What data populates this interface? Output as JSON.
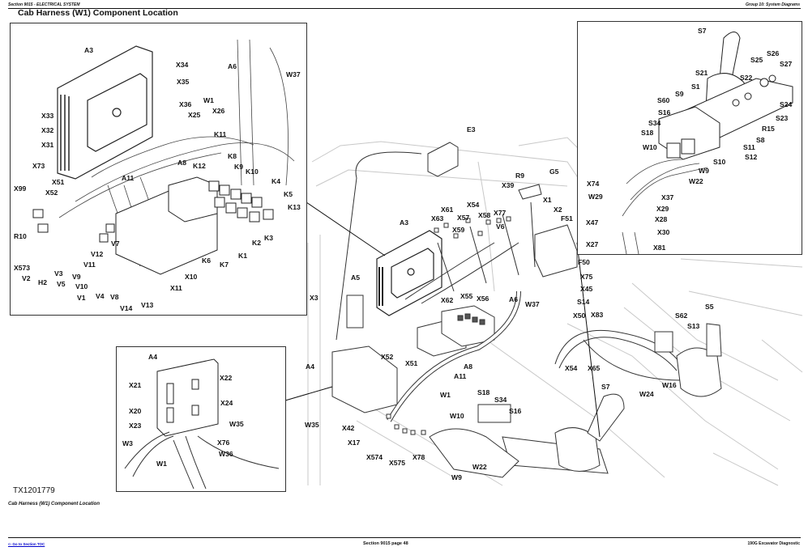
{
  "header": {
    "section": "Section 9015 - ELECTRICAL SYSTEM",
    "group": "Group 10: System Diagrams"
  },
  "page_title": "Cab Harness (W1) Component Location",
  "figure_id": "TX1201779",
  "caption": "Cab Harness (W1) Component Location",
  "footer": {
    "toc_link": "<- Go to Section TOC",
    "page": "Section 9015 page 48",
    "manual": "190G Excavator Diagnostic"
  },
  "insets": {
    "top_left": {
      "labels": [
        "A3",
        "X34",
        "X35",
        "X36",
        "X33",
        "X32",
        "X31",
        "A6",
        "W37",
        "W1",
        "X26",
        "X25",
        "K11",
        "A8",
        "K12",
        "K8",
        "K9",
        "K10",
        "K4",
        "K5",
        "K13",
        "X73",
        "X51",
        "X99",
        "X52",
        "A11",
        "R10",
        "V7",
        "V12",
        "X573",
        "V11",
        "V3",
        "V9",
        "V2",
        "H2",
        "V5",
        "V10",
        "V1",
        "V4",
        "V8",
        "V14",
        "V13",
        "K6",
        "K7",
        "K1",
        "K2",
        "K3",
        "X10",
        "X11"
      ]
    },
    "top_right": {
      "labels": [
        "S7",
        "S26",
        "S25",
        "S27",
        "S21",
        "S22",
        "S1",
        "S9",
        "S60",
        "S24",
        "S16",
        "S23",
        "S34",
        "R15",
        "S18",
        "S8",
        "W10",
        "S11",
        "S12",
        "S10",
        "W9",
        "W22",
        "X74",
        "W29",
        "X37",
        "X29",
        "X28",
        "X47",
        "X30",
        "X27",
        "X81"
      ]
    },
    "bottom_left": {
      "labels": [
        "A4",
        "X21",
        "X22",
        "X24",
        "X20",
        "W35",
        "X23",
        "X76",
        "W3",
        "W36",
        "W1"
      ]
    }
  },
  "main_labels": [
    "E3",
    "R9",
    "G5",
    "X39",
    "X1",
    "X61",
    "X54",
    "X63",
    "X57",
    "X58",
    "X77",
    "X2",
    "F51",
    "X59",
    "V6",
    "A3",
    "A5",
    "X3",
    "X62",
    "X55",
    "X56",
    "A6",
    "W37",
    "F50",
    "X75",
    "X45",
    "S14",
    "X50",
    "X83",
    "S62",
    "S5",
    "S13",
    "A4",
    "X52",
    "A8",
    "X51",
    "A11",
    "X54",
    "X65",
    "W16",
    "W1",
    "W24",
    "S7",
    "S18",
    "S34",
    "S16",
    "W10",
    "W35",
    "X42",
    "X17",
    "X574",
    "X575",
    "X78",
    "W22",
    "W9"
  ]
}
